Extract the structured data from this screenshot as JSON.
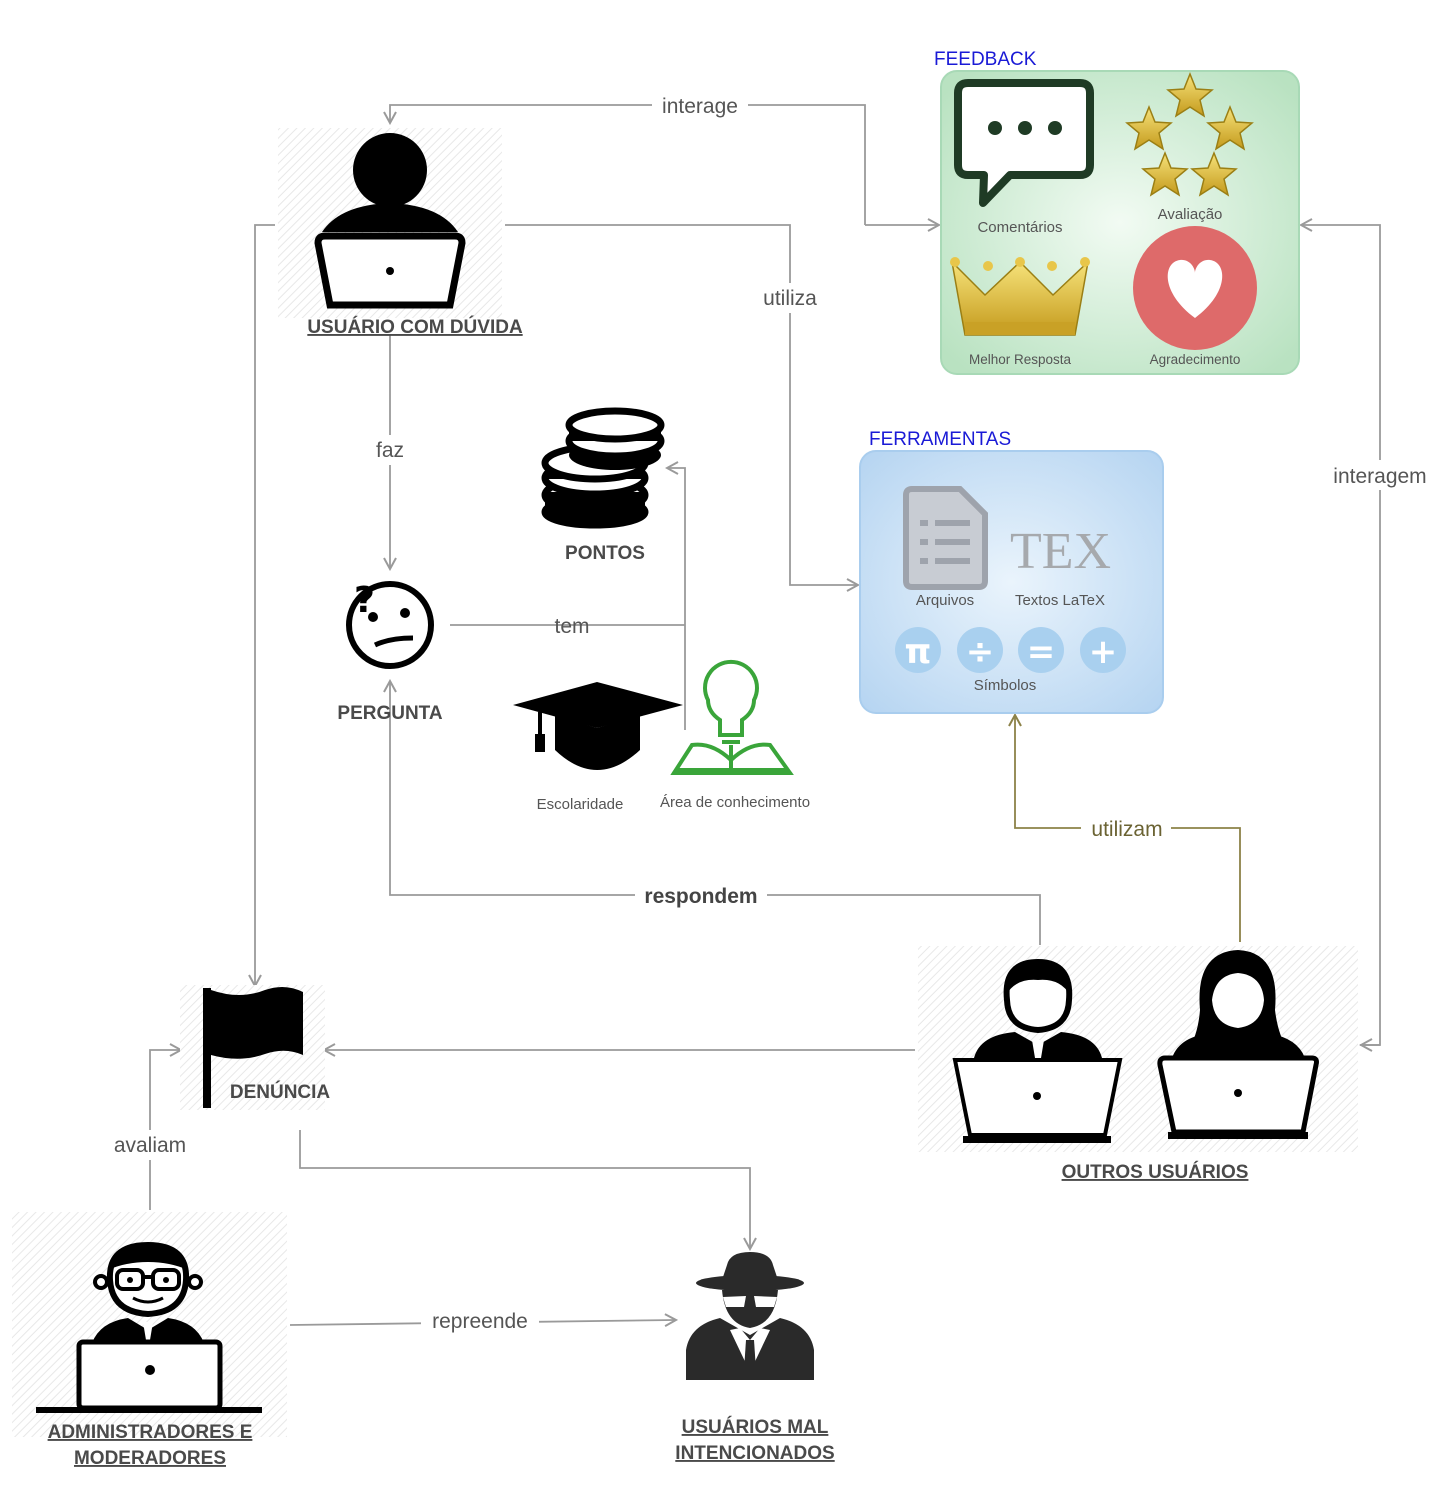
{
  "containers": {
    "feedback": {
      "title": "FEEDBACK",
      "items": {
        "comments": "Comentários",
        "rating": "Avaliação",
        "best_answer": "Melhor Resposta",
        "thanks": "Agradecimento"
      }
    },
    "tools": {
      "title": "FERRAMENTAS",
      "items": {
        "files": "Arquivos",
        "latex": "Textos LaTeX",
        "symbols": "Símbolos"
      },
      "tex_logo": "TEX",
      "symbol_glyphs": [
        "π",
        "÷",
        "=",
        "+"
      ]
    }
  },
  "nodes": {
    "user_with_doubt": "USUÁRIO COM DÚVIDA",
    "question": "PERGUNTA",
    "points": "PONTOS",
    "schooling": "Escolaridade",
    "knowledge_area": "Área de conhecimento",
    "report": "DENÚNCIA",
    "other_users": "OUTROS USUÁRIOS",
    "admins_line1": "ADMINISTRADORES E",
    "admins_line2": "MODERADORES",
    "malicious_line1": "USUÁRIOS MAL",
    "malicious_line2": "INTENCIONADOS"
  },
  "edges": {
    "interacts": "interage",
    "uses": "utiliza",
    "makes": "faz",
    "has": "tem",
    "answer": "respondem",
    "others_use": "utilizam",
    "others_interact": "interagem",
    "evaluate": "avaliam",
    "reprimand": "repreende"
  },
  "colors": {
    "edge": "#9a9a9a",
    "edge_olive": "#8c8248",
    "container_title": "#1a1ad6",
    "feedback_bg": "#cdebd2",
    "tools_bg": "#c6def4",
    "heart": "#de6a6a",
    "gold": "#d7b52e",
    "bulb_green": "#3aa53a"
  }
}
